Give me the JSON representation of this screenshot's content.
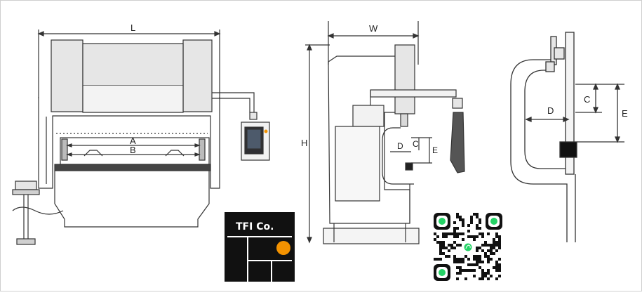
{
  "front_view": {
    "length_label": "L",
    "bed_label_a": "A",
    "bed_label_b": "B"
  },
  "side_view": {
    "width_label": "W",
    "height_label": "H",
    "throat_label_d": "D",
    "stroke_label_c": "C",
    "opening_label_e": "E"
  },
  "detail_view": {
    "throat_label_d": "D",
    "stroke_label_c": "C",
    "opening_label_e": "E"
  },
  "logo": {
    "text": "TFI Co.",
    "accent_color": "#f39200"
  },
  "qr": {
    "icon": "whatsapp-icon",
    "accent_color": "#25d366"
  },
  "colors": {
    "machine_fill": "#e6e6e6",
    "line": "#333333",
    "bed_bar": "#444444"
  }
}
